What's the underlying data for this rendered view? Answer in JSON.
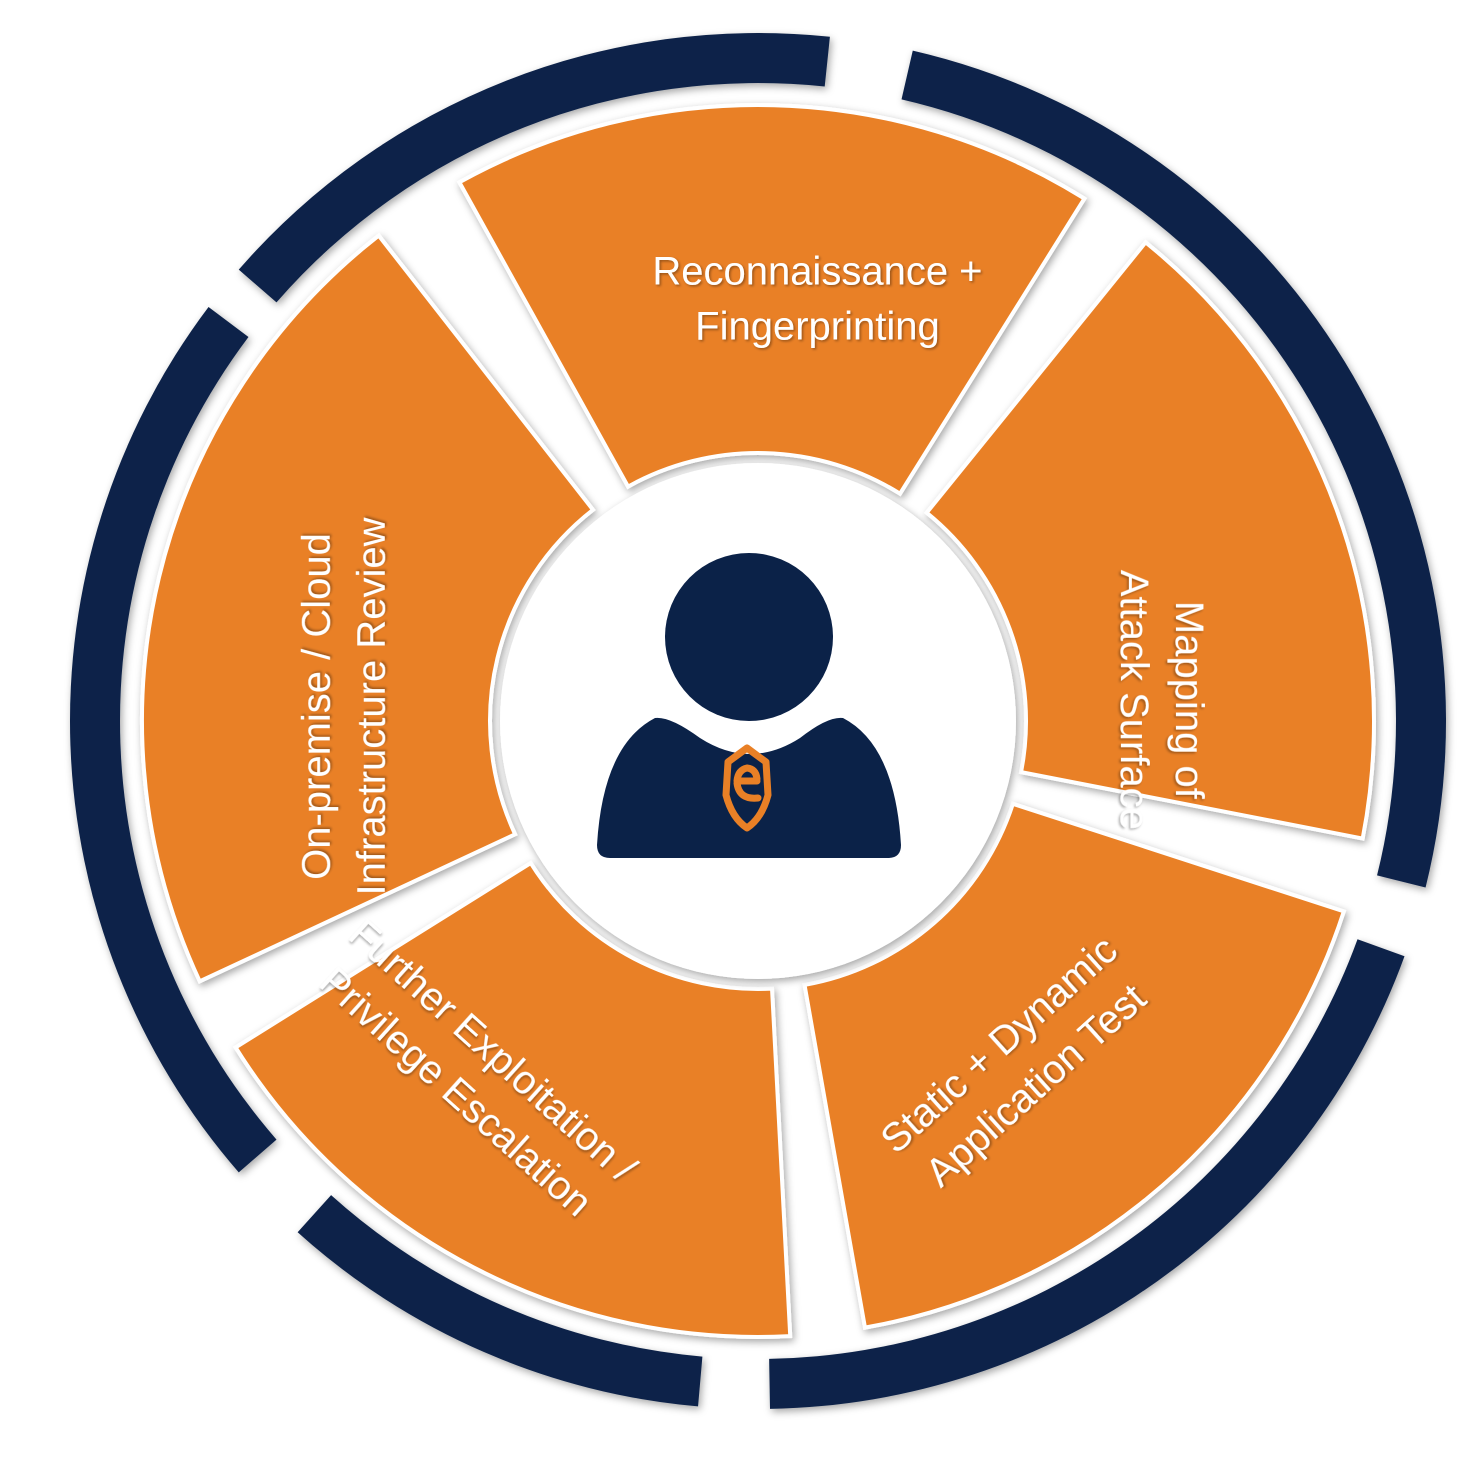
{
  "diagram": {
    "colors": {
      "ring": "#0b2248",
      "segment": "#e98026",
      "gap": "#ffffff",
      "center_bg": "#ffffff",
      "person": "#0b2248",
      "badge": "#e98026"
    },
    "segments": [
      {
        "id": "recon",
        "lines": [
          "Reconnaissance +",
          "Fingerprinting"
        ]
      },
      {
        "id": "mapping",
        "lines": [
          "Mapping of",
          "Attack Surface"
        ]
      },
      {
        "id": "sast-dast",
        "lines": [
          "Static + Dynamic",
          "Application Test"
        ]
      },
      {
        "id": "exploitation",
        "lines": [
          "Further Exploitation /",
          "Privilege Escalation"
        ]
      },
      {
        "id": "infra",
        "lines": [
          "On-premise / Cloud",
          "Infrastructure Review"
        ]
      }
    ],
    "center_icon": "person-with-shield-badge-icon"
  }
}
